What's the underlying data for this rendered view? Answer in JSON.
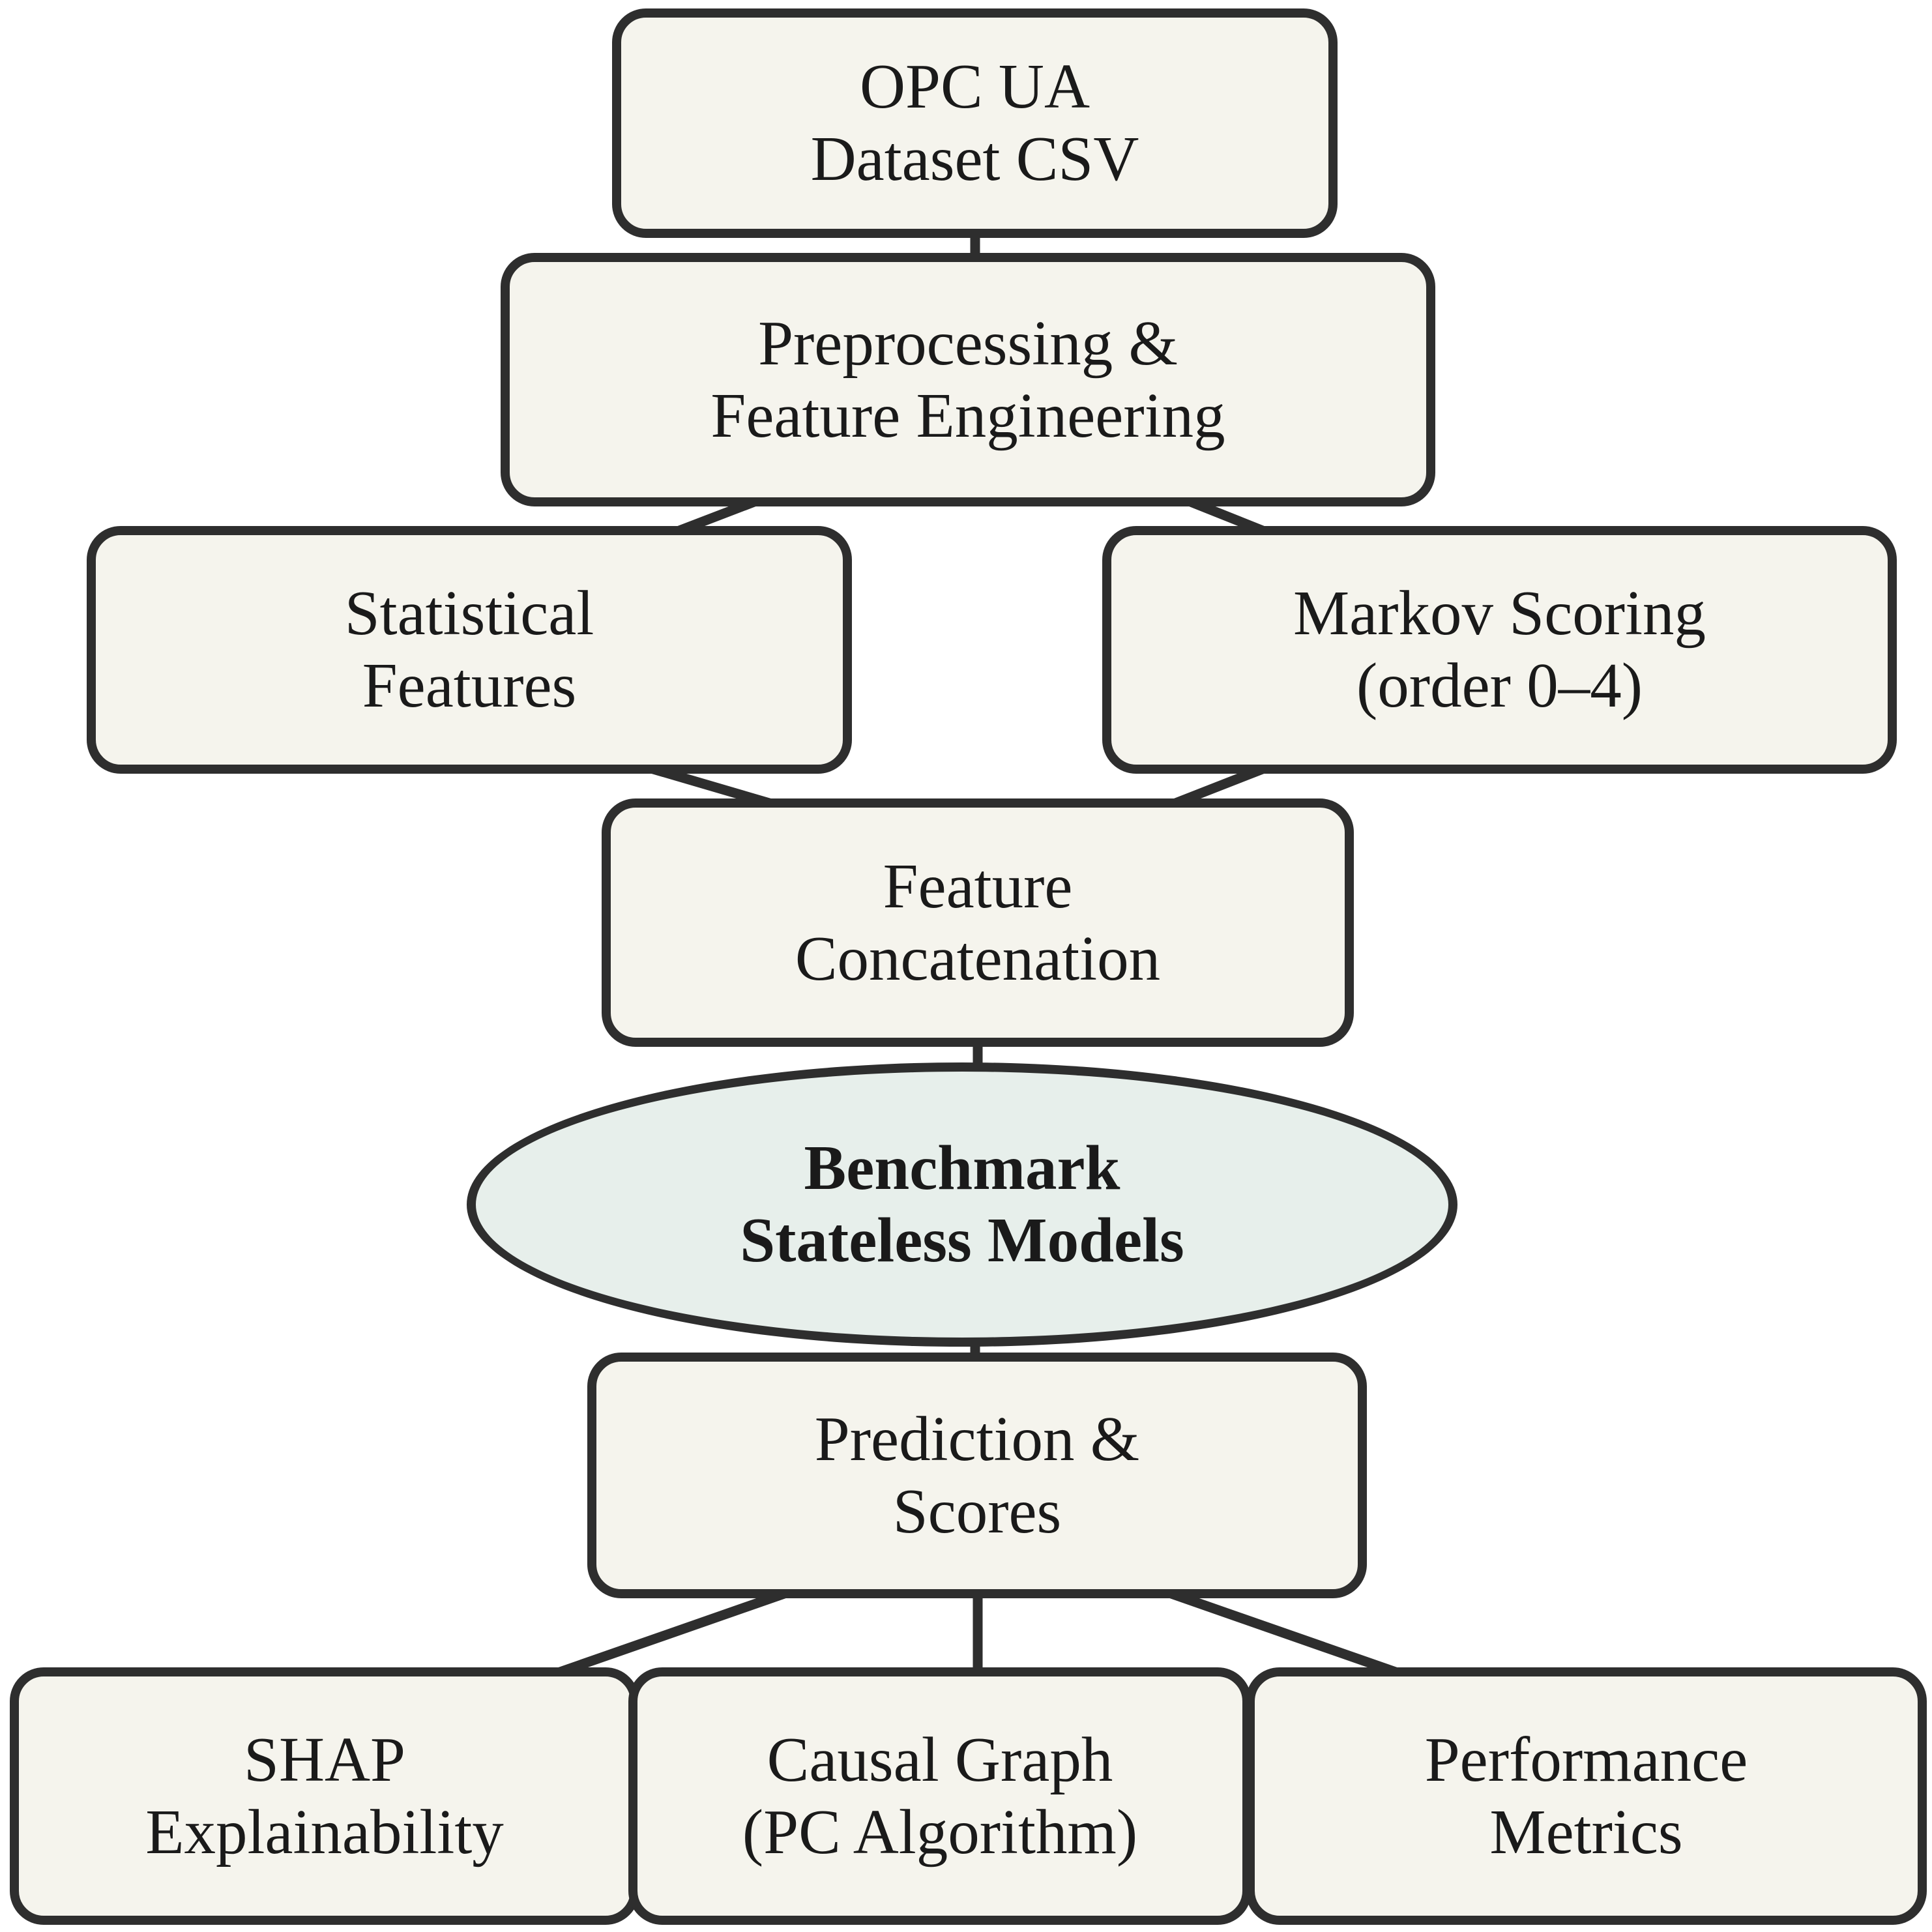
{
  "diagram": {
    "type": "flowchart",
    "colors": {
      "background": "#ffffff",
      "node_fill": "#f5f4ed",
      "ellipse_fill": "#e7efeb",
      "border": "#2e2e2e",
      "text": "#1a1a1a"
    },
    "nodes": {
      "opc_ua_dataset": {
        "shape": "rounded-rect",
        "line1": "OPC UA",
        "line2": "Dataset CSV"
      },
      "preprocessing": {
        "shape": "rounded-rect",
        "line1": "Preprocessing &",
        "line2": "Feature Engineering"
      },
      "statistical": {
        "shape": "rounded-rect",
        "line1": "Statistical",
        "line2": "Features"
      },
      "markov": {
        "shape": "rounded-rect",
        "line1": "Markov Scoring",
        "line2": "(order 0–4)"
      },
      "concatenation": {
        "shape": "rounded-rect",
        "line1": "Feature",
        "line2": "Concatenation"
      },
      "benchmark": {
        "shape": "ellipse",
        "line1": "Benchmark",
        "line2": "Stateless Models"
      },
      "prediction": {
        "shape": "rounded-rect",
        "line1": "Prediction &",
        "line2": "Scores"
      },
      "shap": {
        "shape": "rounded-rect",
        "line1": "SHAP",
        "line2": "Explainability"
      },
      "causal_graph": {
        "shape": "rounded-rect",
        "line1": "Causal Graph",
        "line2": "(PC Algorithm)"
      },
      "performance": {
        "shape": "rounded-rect",
        "line1": "Performance",
        "line2": "Metrics"
      }
    },
    "edges": [
      {
        "from": "opc_ua_dataset",
        "to": "preprocessing"
      },
      {
        "from": "preprocessing",
        "to": "statistical"
      },
      {
        "from": "preprocessing",
        "to": "markov"
      },
      {
        "from": "statistical",
        "to": "concatenation"
      },
      {
        "from": "markov",
        "to": "concatenation"
      },
      {
        "from": "concatenation",
        "to": "benchmark"
      },
      {
        "from": "benchmark",
        "to": "prediction"
      },
      {
        "from": "prediction",
        "to": "shap"
      },
      {
        "from": "prediction",
        "to": "causal_graph"
      },
      {
        "from": "prediction",
        "to": "performance"
      }
    ]
  }
}
